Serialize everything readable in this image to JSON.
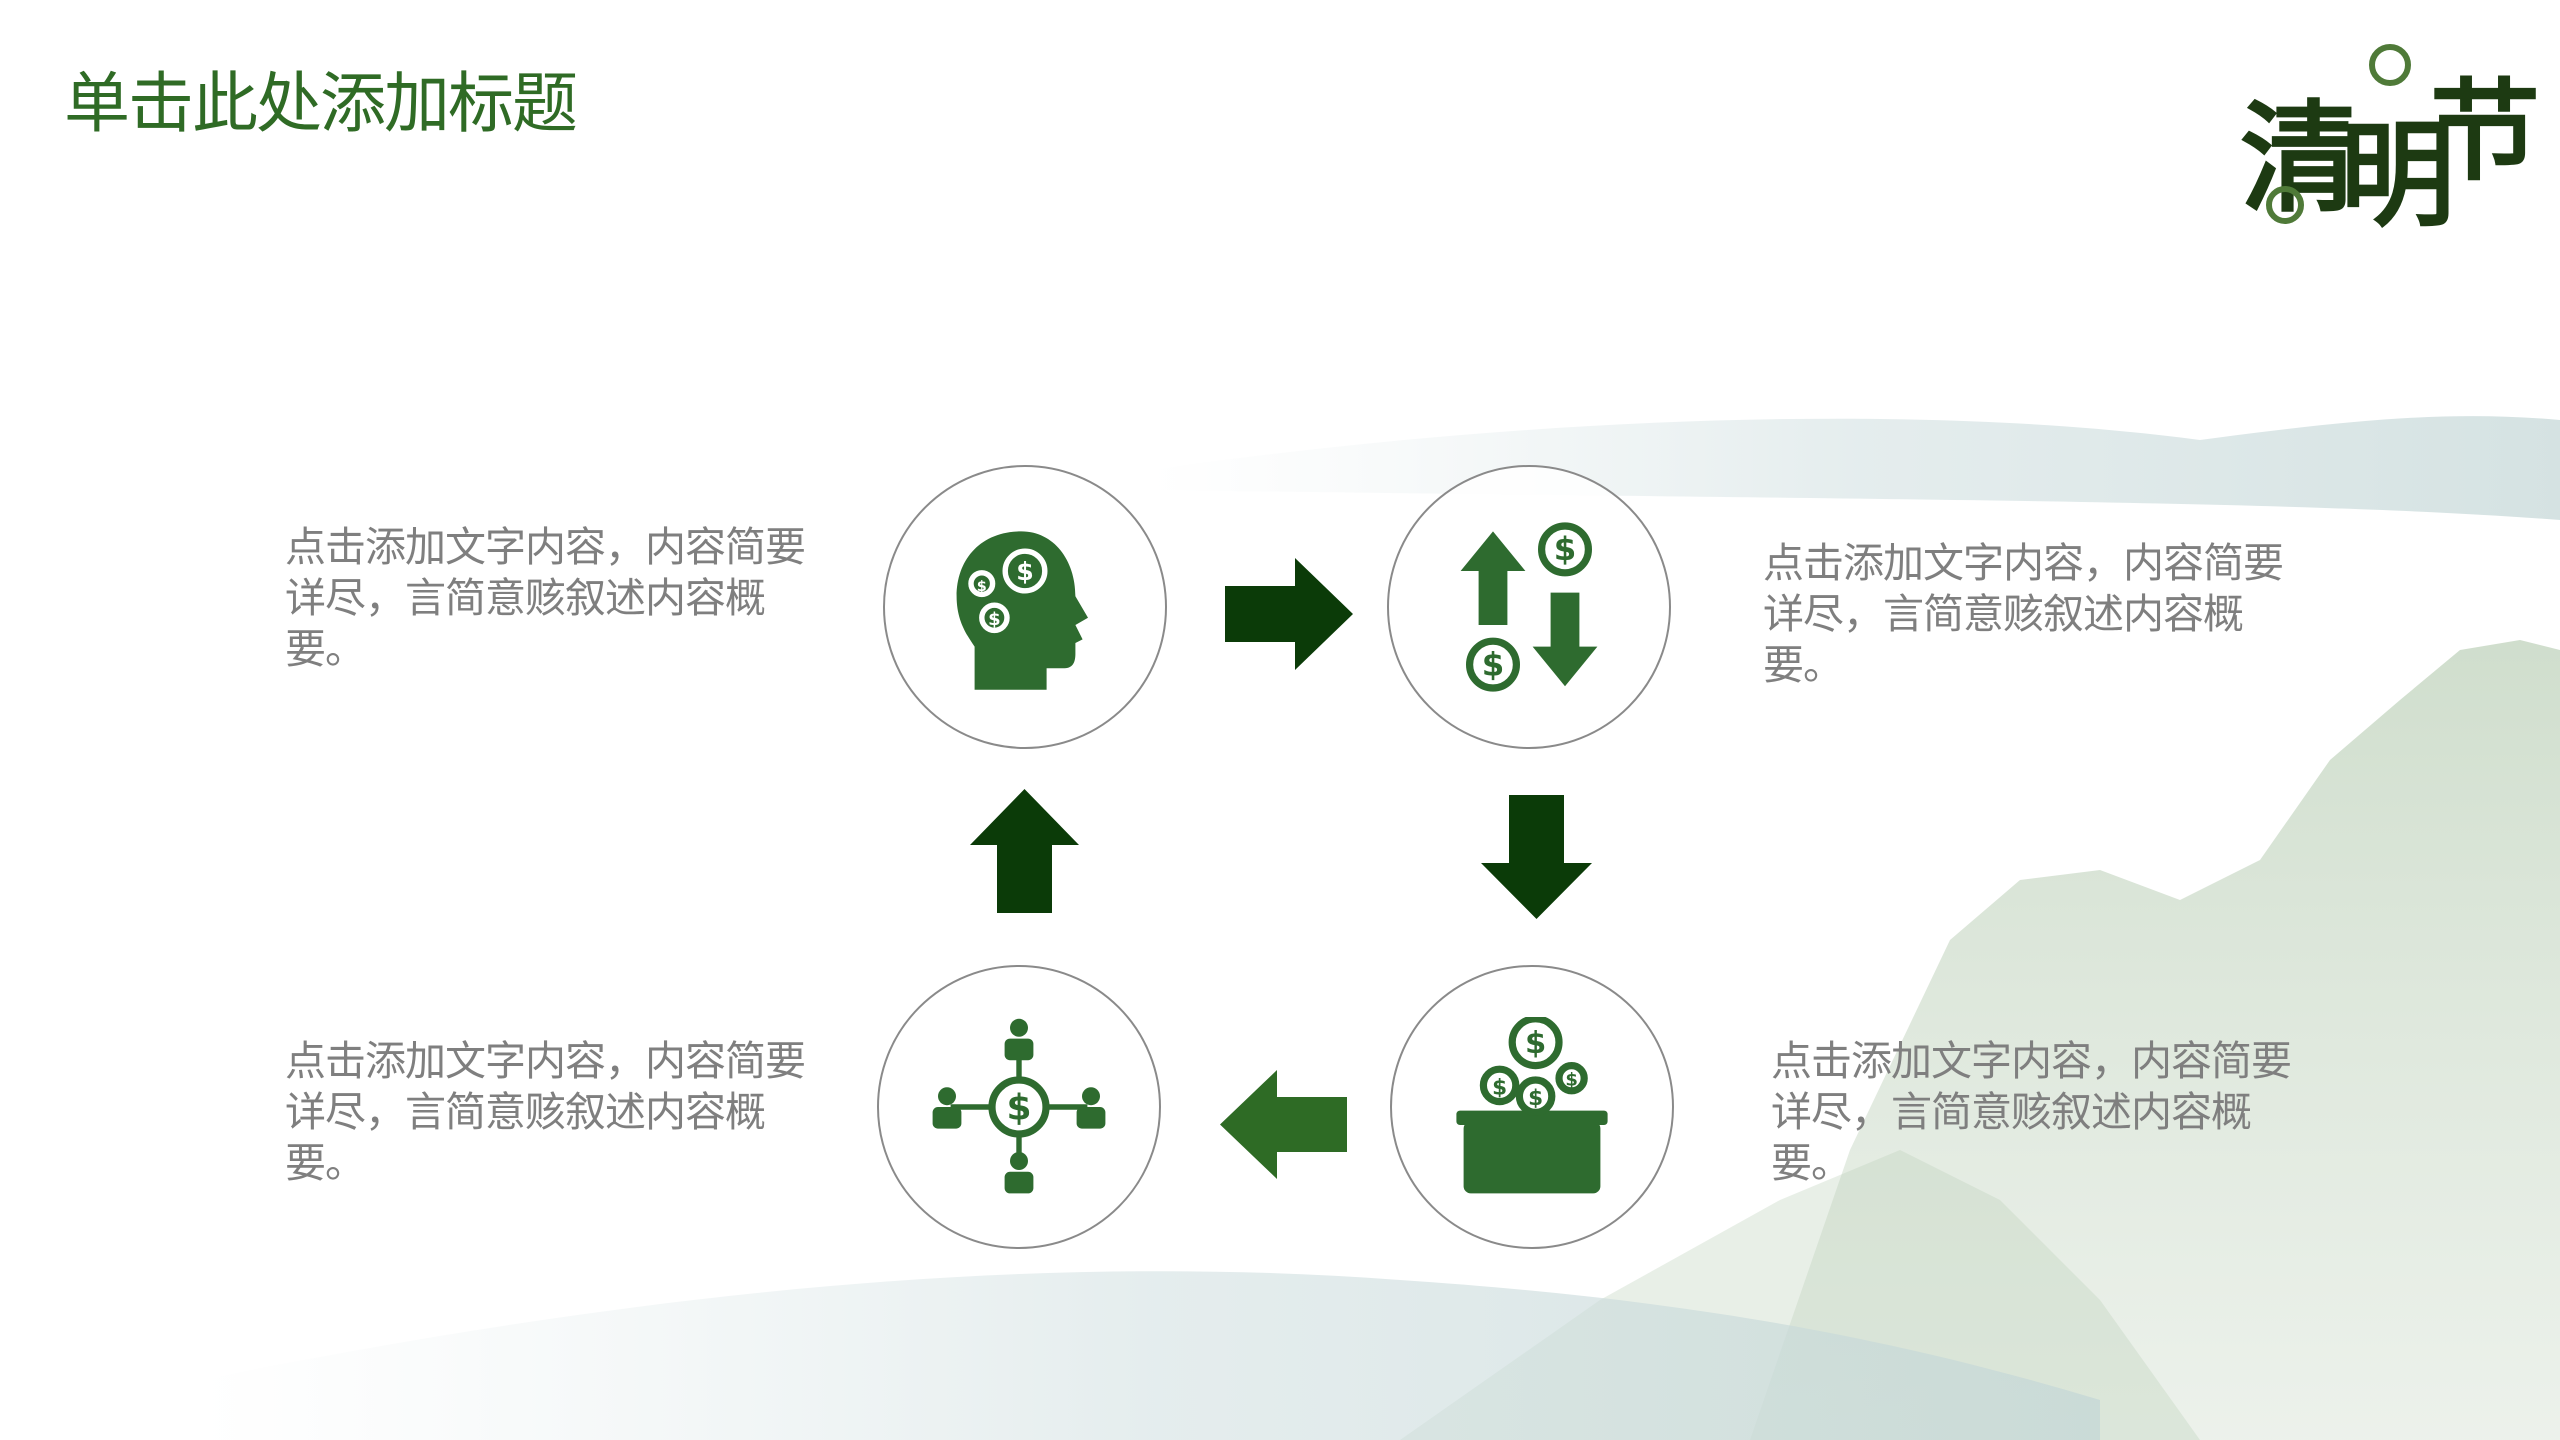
{
  "slide": {
    "title": "单击此处添加标题",
    "logo_text": "清明节"
  },
  "steps": [
    {
      "icon": "head-dollar-icon",
      "text": "点击添加文字内容，内容简要详尽，言简意赅叙述内容概要。"
    },
    {
      "icon": "exchange-dollar-icon",
      "text": "点击添加文字内容，内容简要详尽，言简意赅叙述内容概要。"
    },
    {
      "icon": "coins-box-icon",
      "text": "点击添加文字内容，内容简要详尽，言简意赅叙述内容概要。"
    },
    {
      "icon": "network-dollar-icon",
      "text": "点击添加文字内容，内容简要详尽，言简意赅叙述内容概要。"
    }
  ],
  "colors": {
    "title": "#2f6b25",
    "icon": "#2e6b2f",
    "arrow_dark": "#0b3b08",
    "arrow_light": "#2e6b25",
    "text": "#7f7f7f"
  }
}
